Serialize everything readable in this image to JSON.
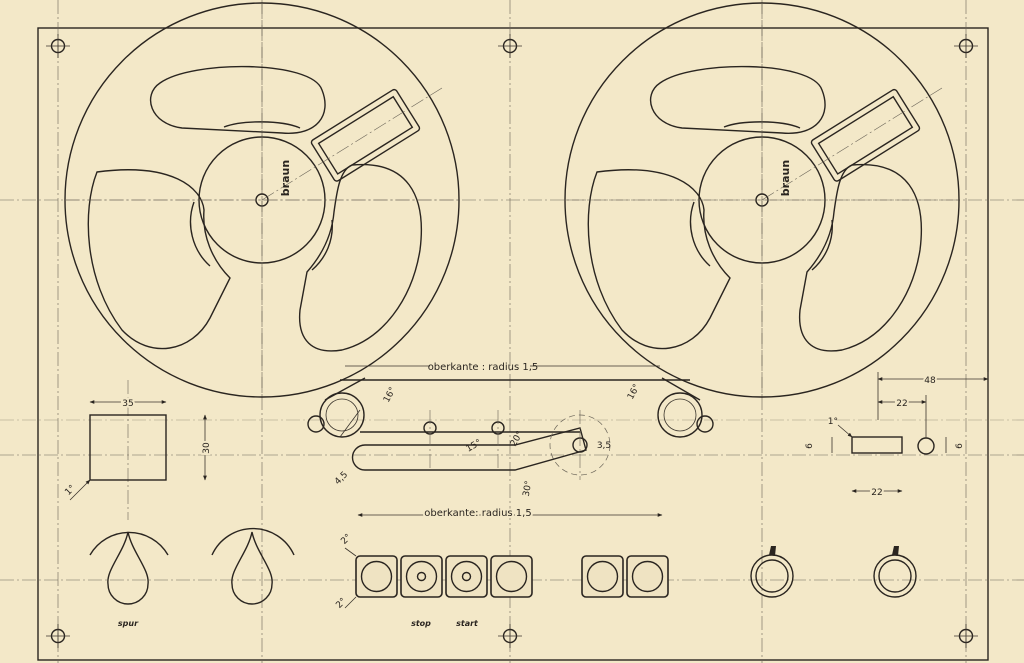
{
  "reel_brand": "braun",
  "guide_note_top": "oberkante : radius 1,5",
  "guide_note_bottom": "oberkante:  radius 1,5",
  "dimensions": {
    "meter_width": "35",
    "meter_height": "30",
    "meter_corner": "1°",
    "angle_left": "16°",
    "angle_right": "16°",
    "lever_width": "4,5",
    "lever_angle_15": "15°",
    "lever_angle_20": "20°",
    "lever_angle_30": "30°",
    "lever_radius": "3,5",
    "total_48": "48",
    "slot_22_top": "22",
    "slot_22_bottom": "22",
    "slot_6_left": "6",
    "slot_6_right": "6",
    "slot_corner": "1°",
    "button_corner_top": "2°",
    "button_corner_bottom": "2°"
  },
  "labels": {
    "spur": "spur",
    "stop": "stop",
    "start": "start"
  },
  "colors": {
    "paper": "#f3e8c8",
    "ink": "#2a2520"
  }
}
